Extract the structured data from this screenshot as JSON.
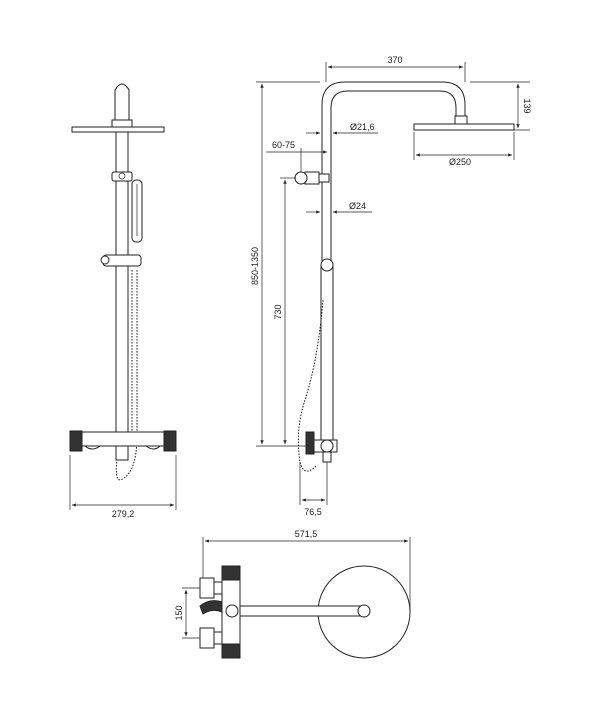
{
  "dimensions": {
    "front_width": "279,2",
    "arm_length": "370",
    "head_drop": "139",
    "pipe_diameter": "Ø21,6",
    "wall_distance": "60-75",
    "head_diameter": "Ø250",
    "lower_pipe_diameter": "Ø24",
    "total_height": "850-1350",
    "mixer_height": "730",
    "depth_bottom": "76,5",
    "top_length": "571,5",
    "spacing": "150"
  }
}
